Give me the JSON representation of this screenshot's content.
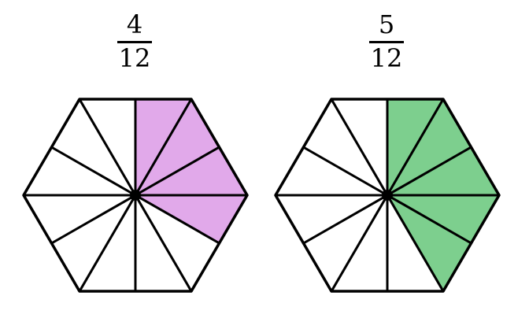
{
  "figures": [
    {
      "numerator": "4",
      "denominator": "12",
      "parts": 12,
      "shaded": 4,
      "fill_color": "#e1a9ea"
    },
    {
      "numerator": "5",
      "denominator": "12",
      "parts": 12,
      "shaded": 5,
      "fill_color": "#7dcf8e"
    }
  ],
  "colors": {
    "outline": "#000000",
    "unshaded": "#ffffff"
  }
}
